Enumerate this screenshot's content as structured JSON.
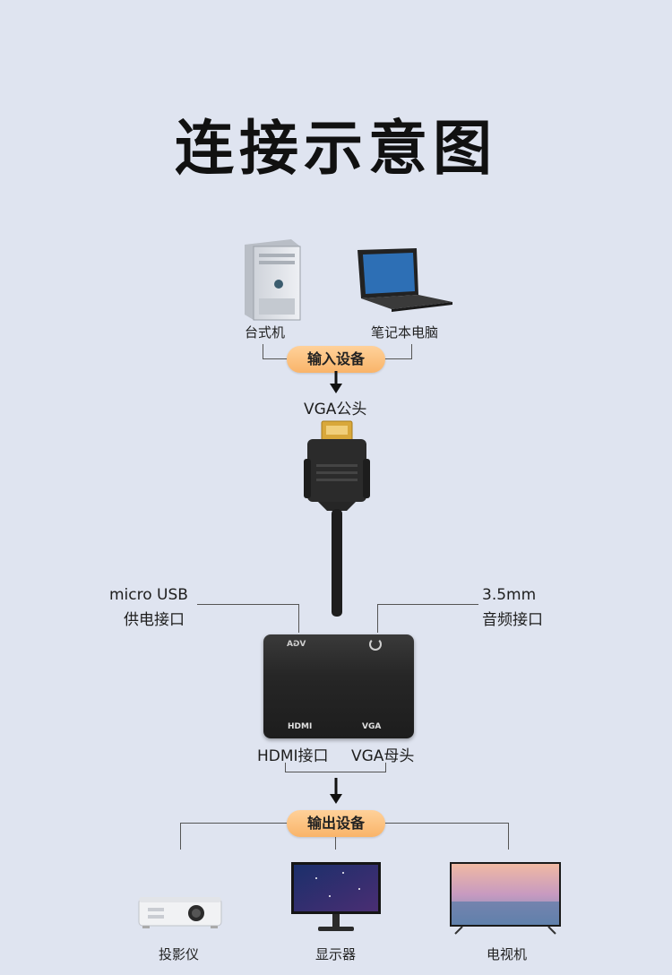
{
  "title": "连接示意图",
  "input": {
    "label": "输入设备",
    "devices": [
      "台式机",
      "笔记本电脑"
    ],
    "connector": "VGA公头"
  },
  "adapter": {
    "power_port": [
      "micro USB",
      "供电接口"
    ],
    "audio_port": [
      "3.5mm",
      "音频接口"
    ],
    "hdmi_port": "HDMI接口",
    "vga_port": "VGA母头",
    "body_top_text": "VGA",
    "body_port_hdmi": "HDMI",
    "body_port_vga": "VGA"
  },
  "output": {
    "label": "输出设备",
    "devices": [
      "投影仪",
      "显示器",
      "电视机"
    ]
  },
  "colors": {
    "background": "#dfe4f0",
    "pill": "#f9b469",
    "adapter": "#2a2a2a",
    "connector_gold": "#d9a83a"
  }
}
